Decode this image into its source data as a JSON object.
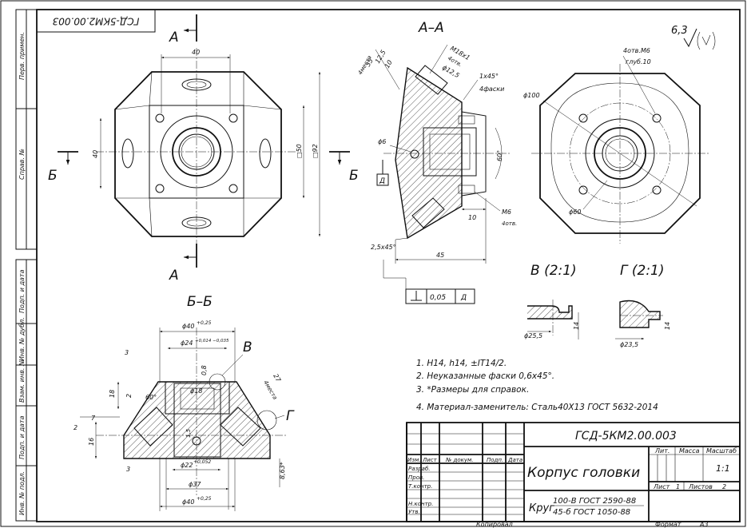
{
  "stamp_code_rotated": "ГСД-5КМ2.00.003",
  "left_strip": {
    "labels": [
      "Перв. примен.",
      "Справ. №",
      "Подп. и дата",
      "Инв. № дубл.",
      "Взам. инв. №",
      "Подп. и дата",
      "Инв. № подл."
    ]
  },
  "roughness": "6,3",
  "views": {
    "section_aa": "А–А",
    "section_bb": "Б–Б",
    "detail_v": "В (2:1)",
    "detail_g": "Г (2:1)",
    "mark_a": "А",
    "mark_b": "Б",
    "mark_v": "В",
    "mark_g": "Г",
    "datum": "Д"
  },
  "dimensions": {
    "top_40": "40",
    "left_40": "40",
    "sq50": "□50",
    "sq92": "□92",
    "m18": "M18x1",
    "holes4": "4отв.",
    "d125": "ϕ12,5",
    "chamfer": "1x45°",
    "chamfer4": "4фаски",
    "n35": "35",
    "n125": "12,5",
    "n10": "10",
    "places4": "4места",
    "d6": "ϕ6",
    "d100": "ϕ100",
    "a60": "60°",
    "m6": "M6",
    "holes4b": "4отв.",
    "n10b": "10",
    "c25": "2,5x45°",
    "n45": "45",
    "tol": "0,05",
    "holes_m6": "4отв.M6",
    "depth10": "глуб.10",
    "d60": "ϕ60",
    "d40t": "ϕ40",
    "d40t_tol": "+0,25",
    "d24": "ϕ24",
    "d24_tol": "+0,014 −0,035",
    "d18": "ϕ18",
    "d22": "ϕ22",
    "d22_tol": "+0,052",
    "d37": "ϕ37",
    "d40b": "ϕ40",
    "d40b_tol": "+0,25",
    "n3": "3",
    "n18": "18",
    "n2": "2",
    "a60b": "60°",
    "n08": "0,8",
    "n27": "27",
    "places4b": "4места",
    "n7": "7",
    "n2b": "2",
    "n16": "16",
    "n3b": "3",
    "n15": "1,5",
    "n863": "8,63*",
    "d255": "ϕ25,5",
    "n14a": "14",
    "d235": "ϕ23,5",
    "n14b": "14"
  },
  "notes": [
    "1. H14, h14, ±IT14/2.",
    "2. Неуказанные фаски 0,6x45°.",
    "3. *Размеры для справок.",
    "4. Материал-заменитель: Сталь40Х13  ГОСТ 5632-2014"
  ],
  "title_block": {
    "doc_code": "ГСД-5КМ2.00.003",
    "part_name": "Корпус головки",
    "material_prefix": "Круг",
    "material_top": "100-В ГОСТ 2590-88",
    "material_bottom": "45-б ГОСТ 1050-88",
    "col_lit": "Лит.",
    "col_mass": "Масса",
    "col_scale": "Масштаб",
    "scale": "1:1",
    "sheet_label": "Лист",
    "sheet_num": "1",
    "sheets_label": "Листов",
    "sheets_num": "2",
    "row_labels": [
      "Изм.",
      "Лист",
      "№ докум.",
      "Подп.",
      "Дата"
    ],
    "roles": [
      "Разраб.",
      "Пров.",
      "Т.контр.",
      "Н.контр.",
      "Утв."
    ],
    "copied": "Копировал",
    "format_label": "Формат",
    "format": "А3"
  }
}
